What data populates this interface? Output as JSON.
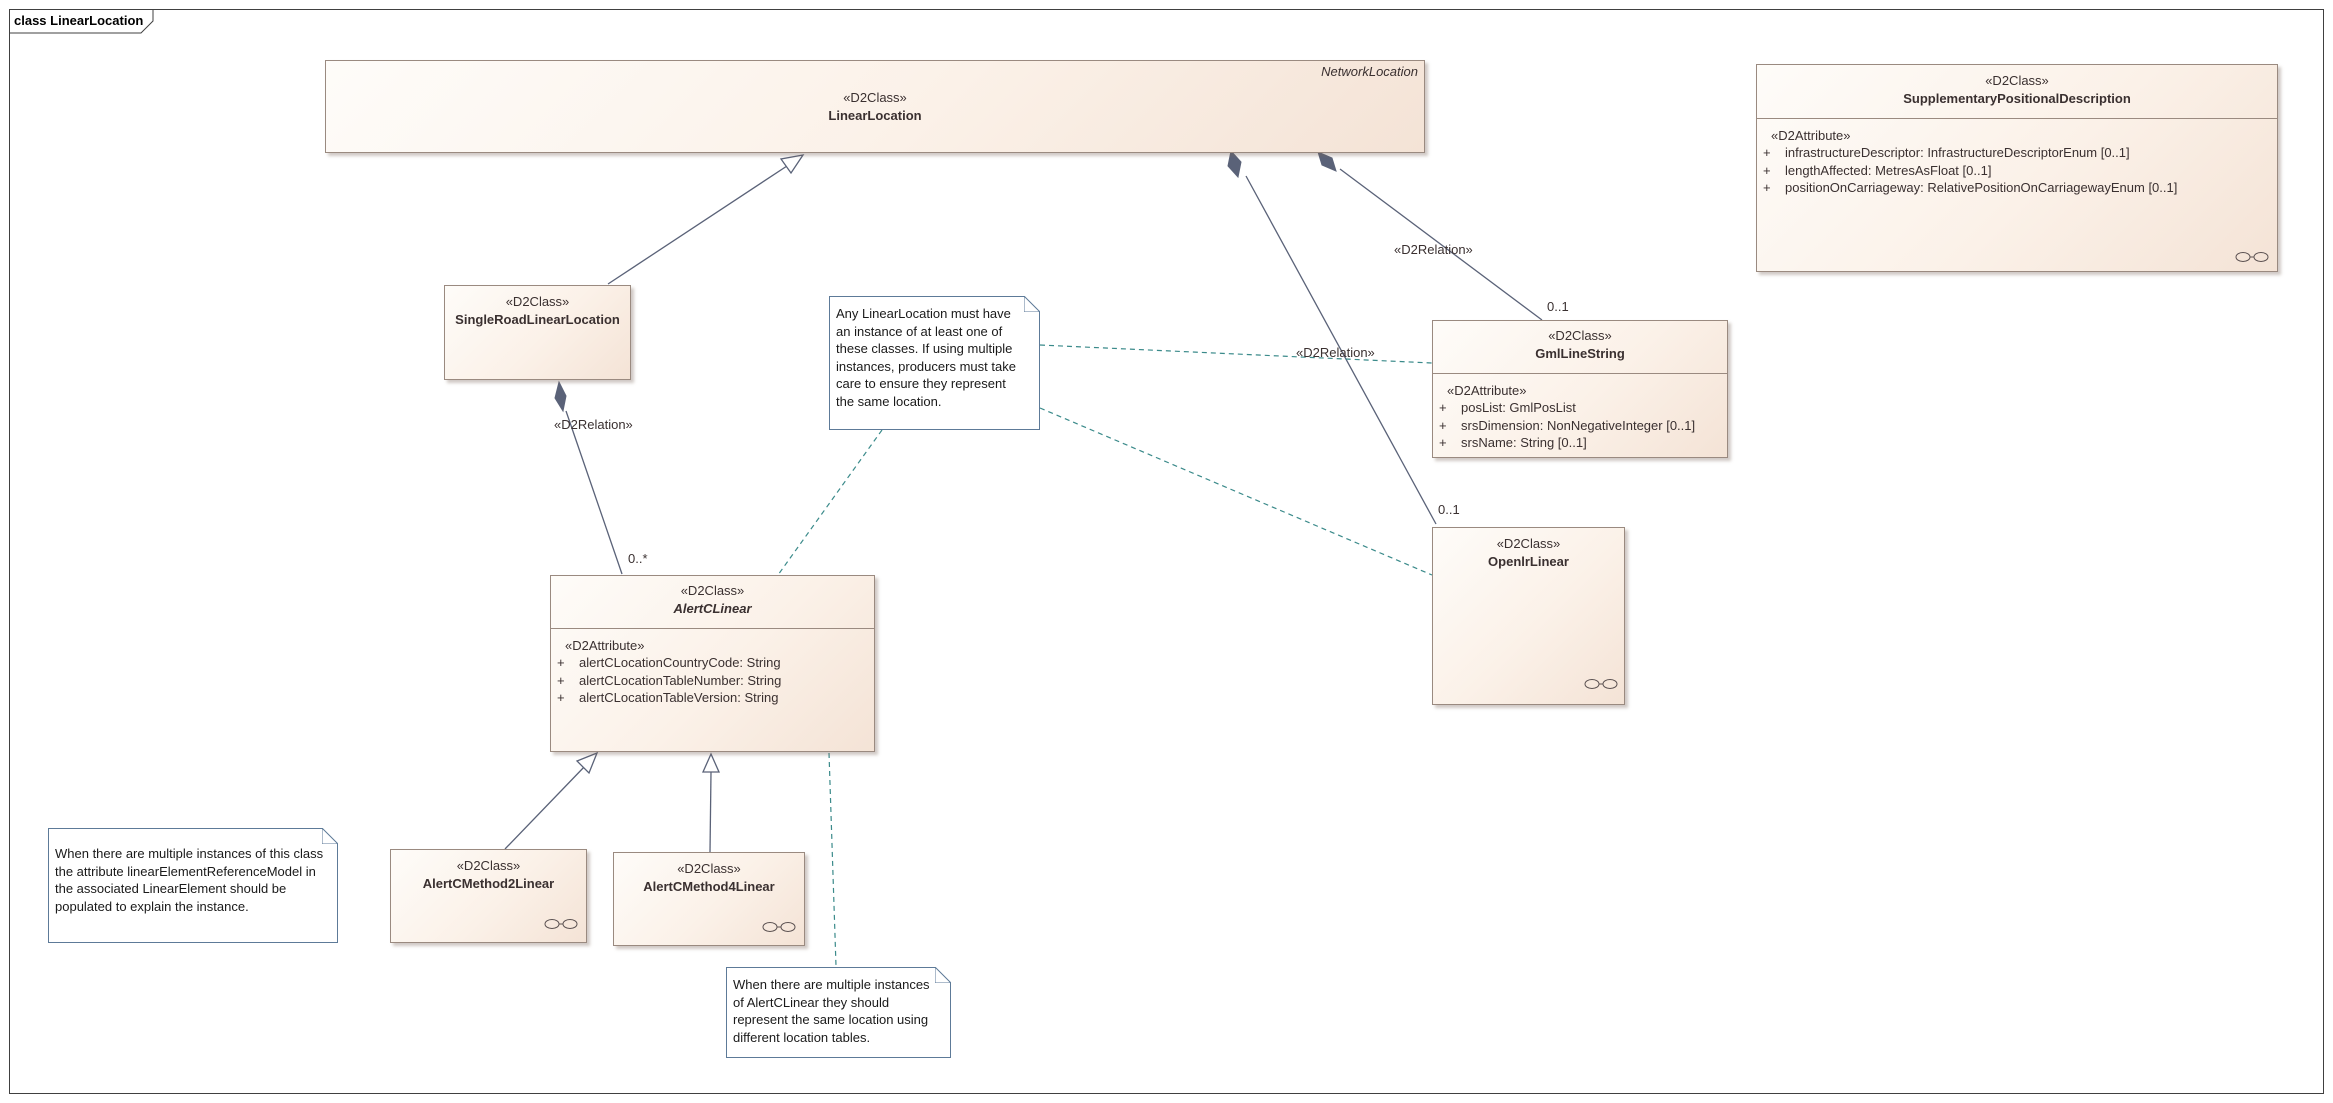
{
  "diagram": {
    "frame_label": "class LinearLocation"
  },
  "classes": {
    "linear_location": {
      "stereotype": "«D2Class»",
      "name": "LinearLocation",
      "parent": "NetworkLocation"
    },
    "supplementary": {
      "stereotype": "«D2Class»",
      "name": "SupplementaryPositionalDescription",
      "attr_stereotype": "«D2Attribute»",
      "attributes": [
        {
          "vis": "+",
          "text": "infrastructureDescriptor: InfrastructureDescriptorEnum [0..1]"
        },
        {
          "vis": "+",
          "text": "lengthAffected: MetresAsFloat [0..1]"
        },
        {
          "vis": "+",
          "text": "positionOnCarriageway: RelativePositionOnCarriagewayEnum [0..1]"
        }
      ]
    },
    "single_road": {
      "stereotype": "«D2Class»",
      "name": "SingleRoadLinearLocation"
    },
    "gml_line_string": {
      "stereotype": "«D2Class»",
      "name": "GmlLineString",
      "attr_stereotype": "«D2Attribute»",
      "attributes": [
        {
          "vis": "+",
          "text": "posList: GmlPosList"
        },
        {
          "vis": "+",
          "text": "srsDimension: NonNegativeInteger [0..1]"
        },
        {
          "vis": "+",
          "text": "srsName: String [0..1]"
        }
      ]
    },
    "openlr_linear": {
      "stereotype": "«D2Class»",
      "name": "OpenlrLinear"
    },
    "alertc_linear": {
      "stereotype": "«D2Class»",
      "name": "AlertCLinear",
      "attr_stereotype": "«D2Attribute»",
      "attributes": [
        {
          "vis": "+",
          "text": "alertCLocationCountryCode: String"
        },
        {
          "vis": "+",
          "text": "alertCLocationTableNumber: String"
        },
        {
          "vis": "+",
          "text": "alertCLocationTableVersion: String"
        }
      ]
    },
    "alertc_method2": {
      "stereotype": "«D2Class»",
      "name": "AlertCMethod2Linear"
    },
    "alertc_method4": {
      "stereotype": "«D2Class»",
      "name": "AlertCMethod4Linear"
    }
  },
  "notes": {
    "linear_location_note": "Any LinearLocation must have an instance of at least one of these classes. If using multiple instances, producers must take care to ensure they represent the same location.",
    "multiple_instances_note": "When there are multiple instances of this class the attribute linearElementReferenceModel in the associated LinearElement should be populated to explain the instance.",
    "alertc_note": "When there are multiple instances of AlertCLinear they should represent the same location using different location tables."
  },
  "relations": {
    "gml_relation": "«D2Relation»",
    "gml_multiplicity": "0..1",
    "openlr_relation": "«D2Relation»",
    "openlr_multiplicity": "0..1",
    "alertc_relation": "«D2Relation»",
    "alertc_multiplicity": "0..*"
  }
}
